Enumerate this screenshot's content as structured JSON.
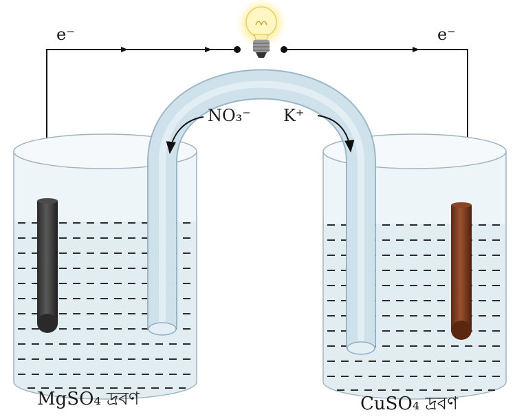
{
  "labels": {
    "electron_left": "e⁻",
    "electron_right": "e⁻",
    "anion": "NO₃⁻",
    "cation": "K⁺",
    "left_solution": "MgSO₄ দ্রবণ",
    "right_solution": "CuSO₄ দ্রবণ"
  },
  "components": {
    "left_electrode": "magnesium-electrode",
    "right_electrode": "copper-electrode",
    "bulb": "light-bulb-icon",
    "salt_bridge": "salt-bridge"
  },
  "colors": {
    "wire": "#111111",
    "mg_electrode": "#3a3a3a",
    "cu_electrode": "#7a3a1e",
    "solution": "#dde9ef",
    "salt_bridge": "#c9dee9",
    "bulb_glow": "#fff2a8"
  }
}
